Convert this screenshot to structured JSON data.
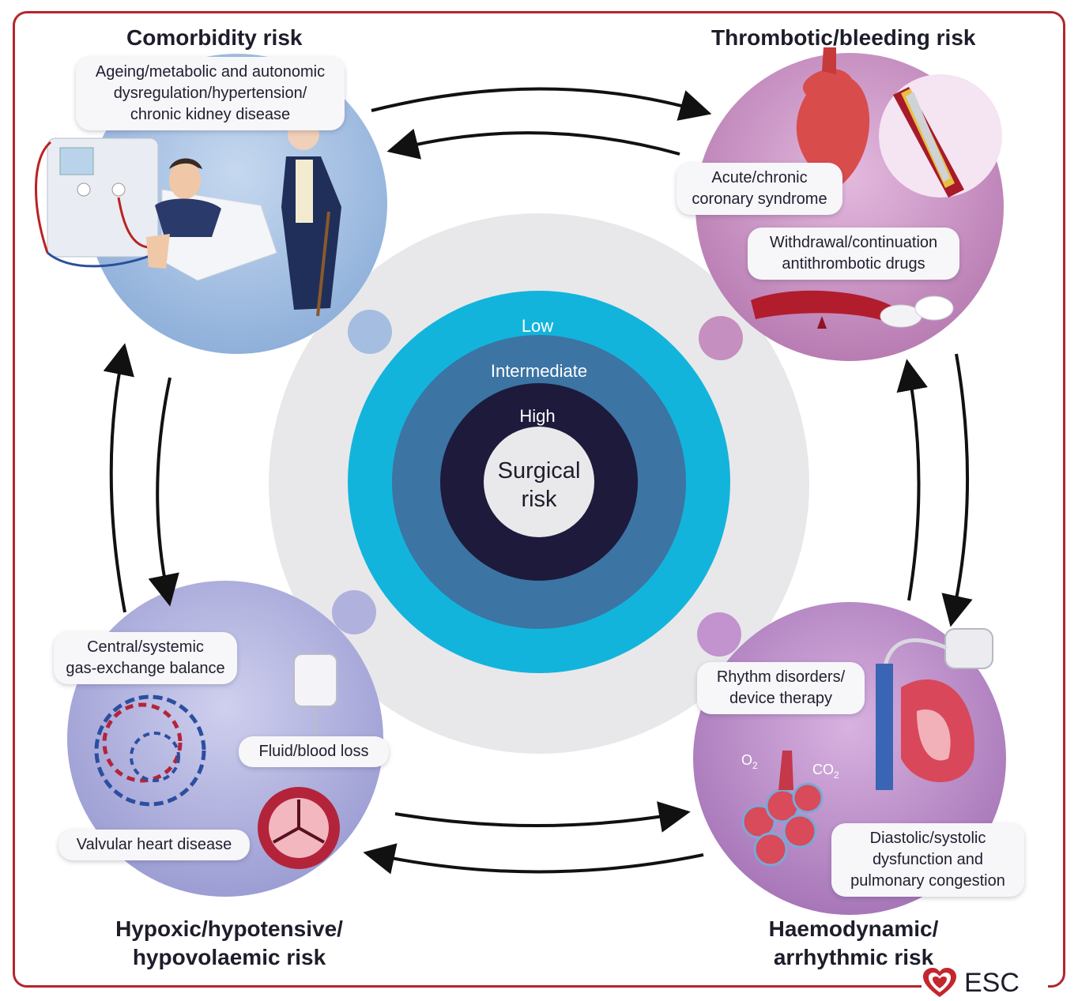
{
  "quadrants": {
    "comorbidity": {
      "title": "Comorbidity risk",
      "labels": [
        "Ageing/metabolic and autonomic",
        "dysregulation/hypertension/",
        "chronic kidney disease"
      ]
    },
    "thrombotic": {
      "title": "Thrombotic/bleeding risk",
      "acs_label": [
        "Acute/chronic",
        "coronary syndrome"
      ],
      "drugs_label": [
        "Withdrawal/continuation",
        "antithrombotic drugs"
      ]
    },
    "hypoxic": {
      "title_lines": [
        "Hypoxic/hypotensive/",
        "hypovolaemic risk"
      ],
      "gas_label": [
        "Central/systemic",
        "gas-exchange balance"
      ],
      "fluid_label": "Fluid/blood loss",
      "valve_label": "Valvular heart disease"
    },
    "haemodynamic": {
      "title_lines": [
        "Haemodynamic/",
        "arrhythmic risk"
      ],
      "rhythm_label": [
        "Rhythm disorders/",
        "device therapy"
      ],
      "dysfunction_label": [
        "Diastolic/systolic",
        "dysfunction and",
        "pulmonary congestion"
      ],
      "o2": "O",
      "co2": "CO",
      "sub2": "2"
    }
  },
  "center": {
    "rings": [
      "Low",
      "Intermediate",
      "High"
    ],
    "core": [
      "Surgical",
      "risk"
    ],
    "colors": {
      "low": "#12b4dc",
      "intermediate": "#3c74a4",
      "high": "#1d1a3b",
      "core": "#e9e9ec"
    }
  },
  "logo": {
    "text": "ESC"
  },
  "colors": {
    "frame": "#b3262d",
    "comorbidity_bg": "#a9c2e3",
    "thrombotic_bg": "#c990c4",
    "hypoxic_bg": "#b2b3dd",
    "haemodynamic_bg": "#b98ac6",
    "arrow": "#111111"
  }
}
